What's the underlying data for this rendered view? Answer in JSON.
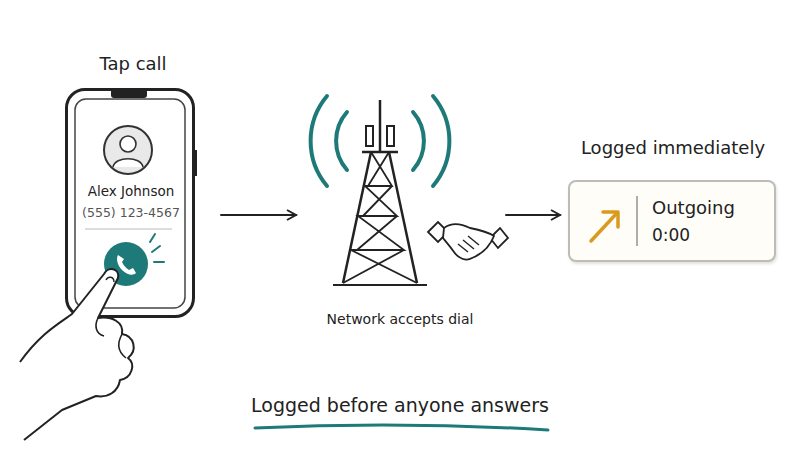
{
  "diagram": {
    "caption": "Logged before anyone answers",
    "nodes": [
      {
        "text": [
          "Tap call",
          "Alex Johnson",
          "(555) 123-4567"
        ]
      },
      {
        "text": [
          "Network accepts dial"
        ]
      },
      {
        "text": [
          "Logged immediately",
          "Outgoing",
          "0:00"
        ]
      }
    ],
    "edges": [
      {
        "from": 0,
        "to": 1,
        "arrow": "to"
      },
      {
        "from": 1,
        "to": 2,
        "arrow": "to"
      }
    ]
  }
}
